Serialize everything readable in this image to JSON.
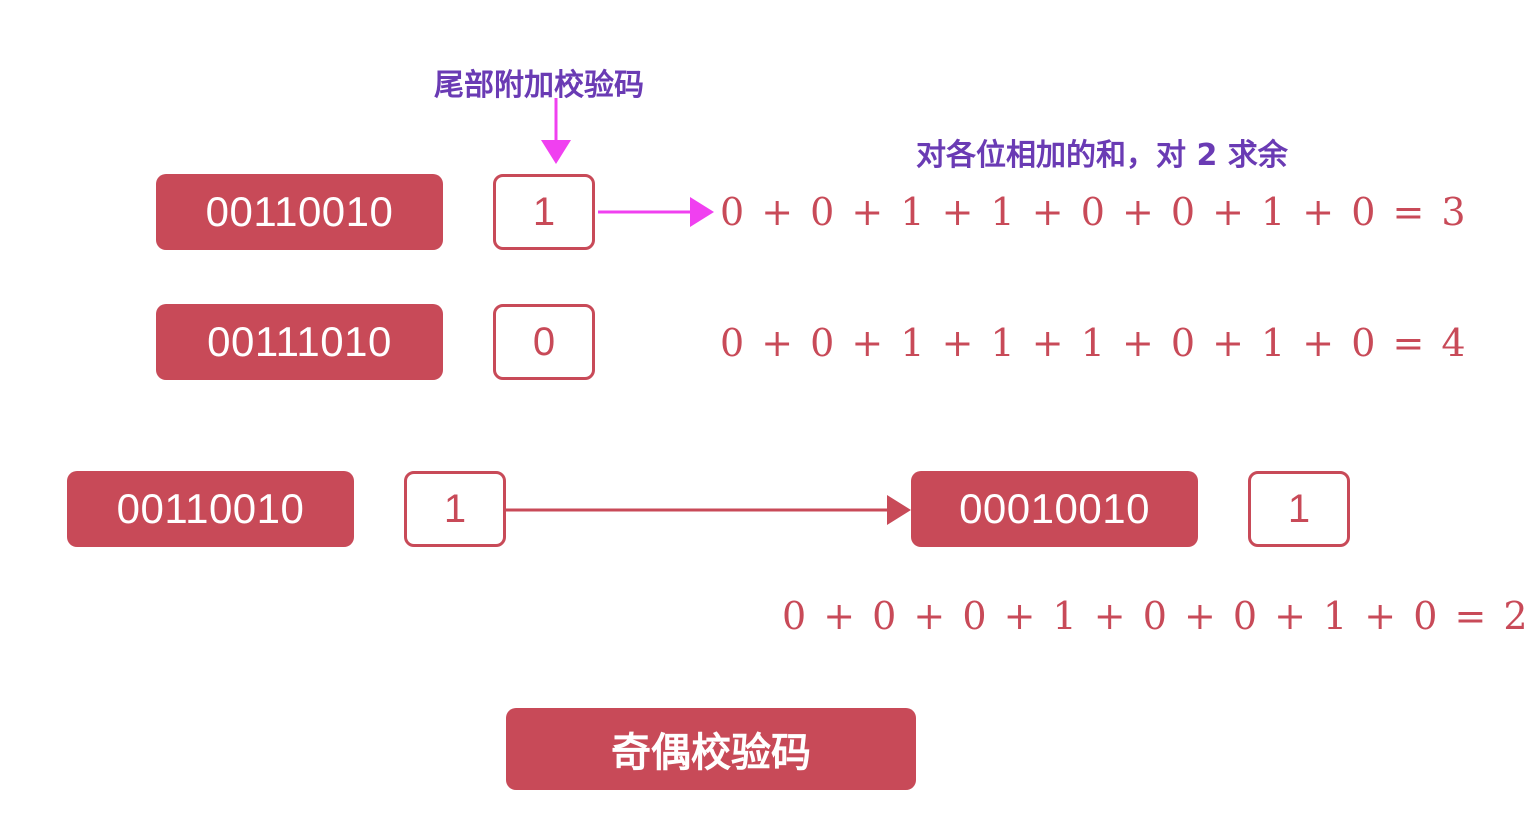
{
  "annotations": {
    "append_parity": "尾部附加校验码",
    "sum_mod_two": "对各位相加的和，对 2 求余"
  },
  "row1": {
    "data_bits": "00110010",
    "parity_bit": "1",
    "equation": "0 + 0 + 1 + 1 + 0 + 0 + 1 + 0 = 3"
  },
  "row2": {
    "data_bits": "00111010",
    "parity_bit": "0",
    "equation": "0 + 0 + 1 + 1 + 1 + 0 + 1 + 0 = 4"
  },
  "row3": {
    "sent_bits": "00110010",
    "sent_parity": "1",
    "received_bits": "00010010",
    "received_parity": "1",
    "equation": "0 + 0 + 0 + 1 + 0 + 0 + 1 + 0 = 2"
  },
  "title": "奇偶校验码",
  "colors": {
    "box": "#c84a58",
    "annotation": "#6a3bb4",
    "pointer_arrow": "#f040f0"
  }
}
